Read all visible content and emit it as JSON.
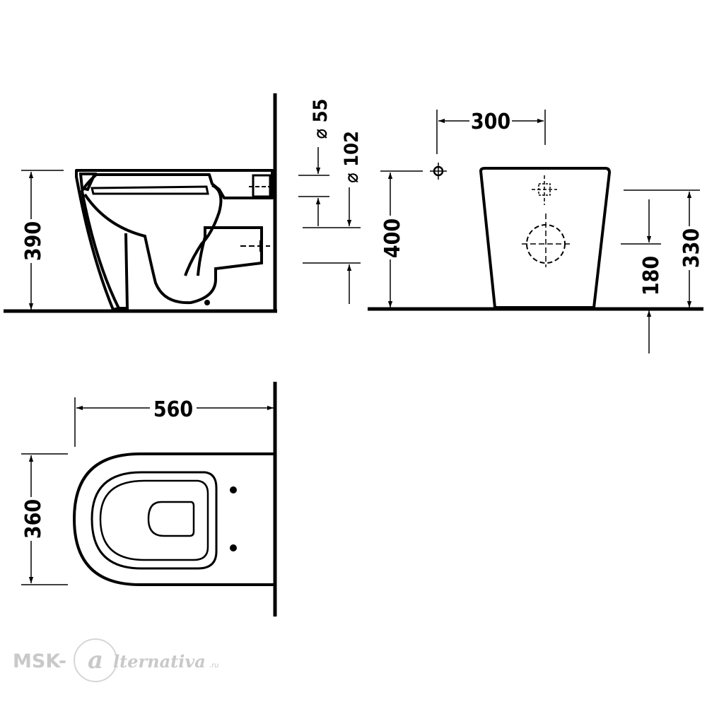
{
  "side_view": {
    "height": "390",
    "inlet_diameter": "⌀ 55",
    "outlet_diameter": "⌀ 102"
  },
  "rear_view": {
    "width": "300",
    "height": "400",
    "upper": "330",
    "outlet_height": "180"
  },
  "top_view": {
    "length": "560",
    "width": "360"
  },
  "watermark": {
    "prefix": "MSK-",
    "letter": "a",
    "suffix": "lternativa",
    "tld": ".ru"
  }
}
